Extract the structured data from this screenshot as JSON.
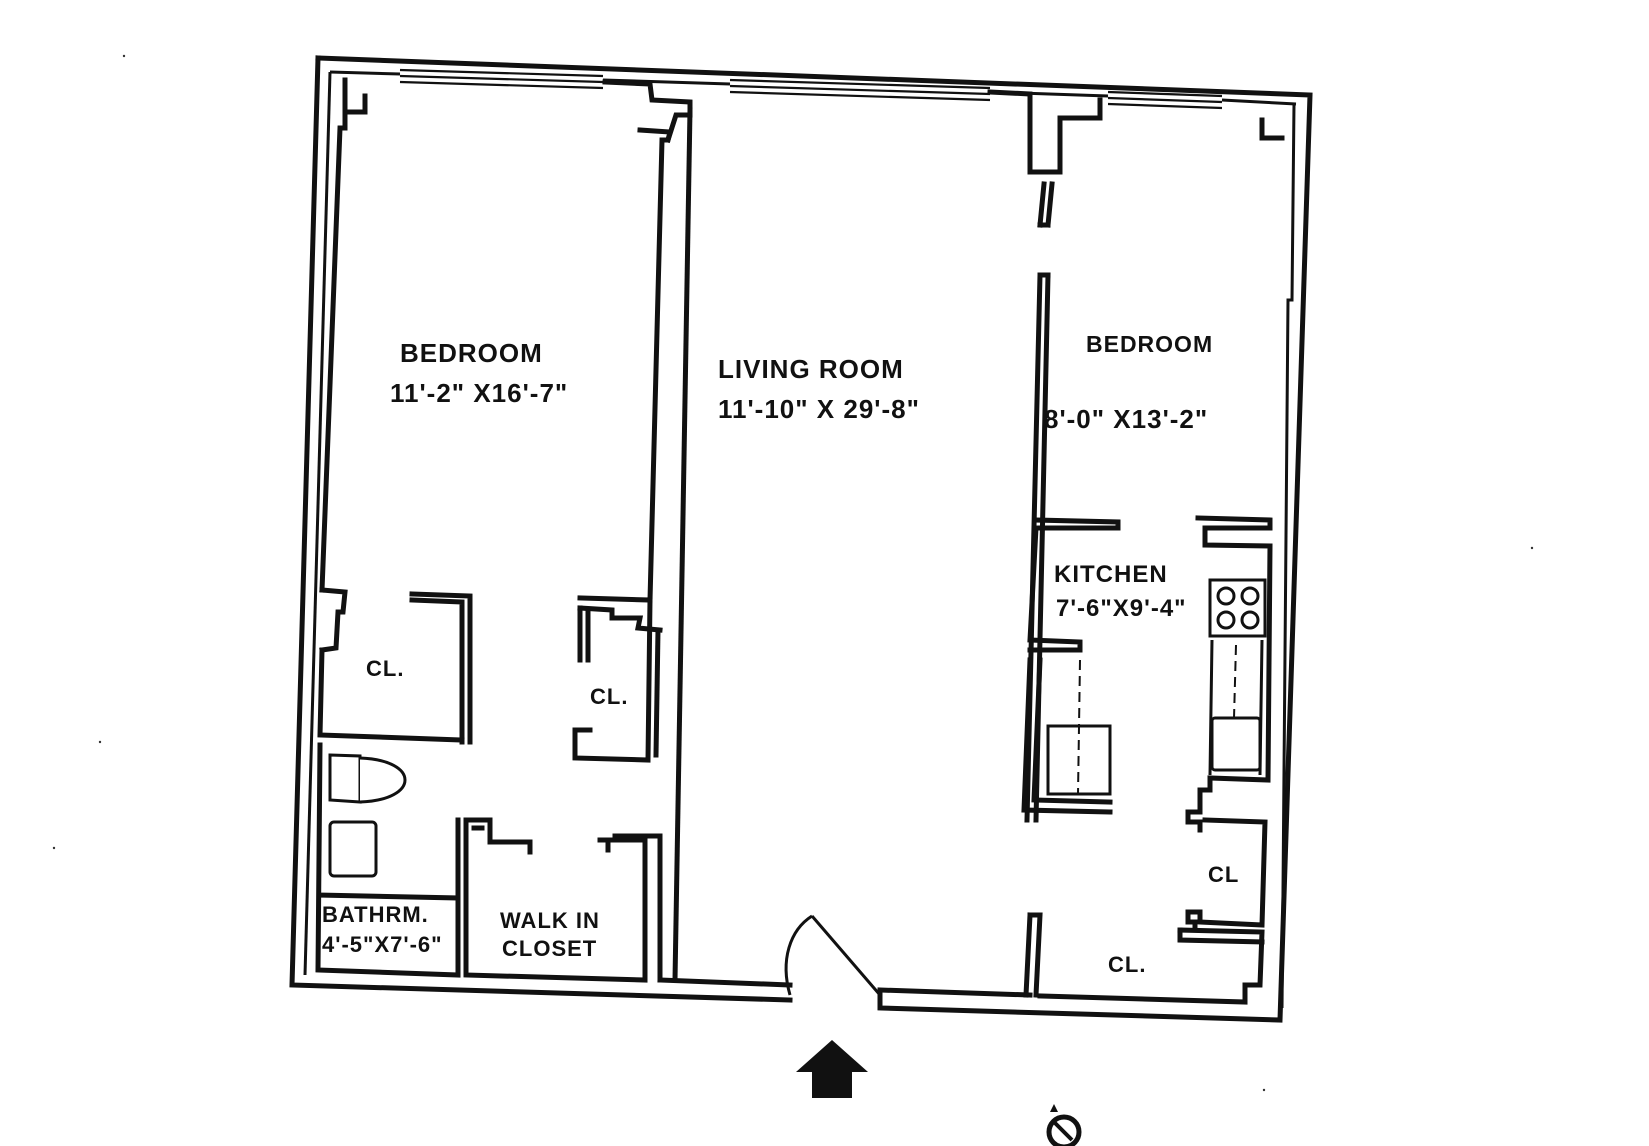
{
  "rooms": {
    "bedroom_1": {
      "name": "BEDROOM",
      "dims": "11'-2\" X16'-7\""
    },
    "living_room": {
      "name": "LIVING ROOM",
      "dims": "11'-10\" X 29'-8\""
    },
    "bedroom_2": {
      "name": "BEDROOM",
      "dims": "8'-0\" X13'-2\""
    },
    "kitchen": {
      "name": "KITCHEN",
      "dims": "7'-6\"X9'-4\""
    },
    "bathroom": {
      "name": "BATHRM.",
      "dims": "4'-5\"X7'-6\""
    },
    "walk_in_closet": {
      "line1": "WALK IN",
      "line2": "CLOSET"
    }
  },
  "closets": {
    "cl_1": "CL.",
    "cl_2": "CL.",
    "cl_3": "CL",
    "cl_4": "CL."
  },
  "icons": {
    "entry": "entry-arrow-icon",
    "compass": "north-compass-icon"
  },
  "colors": {
    "ink": "#111111",
    "paper": "#ffffff"
  }
}
